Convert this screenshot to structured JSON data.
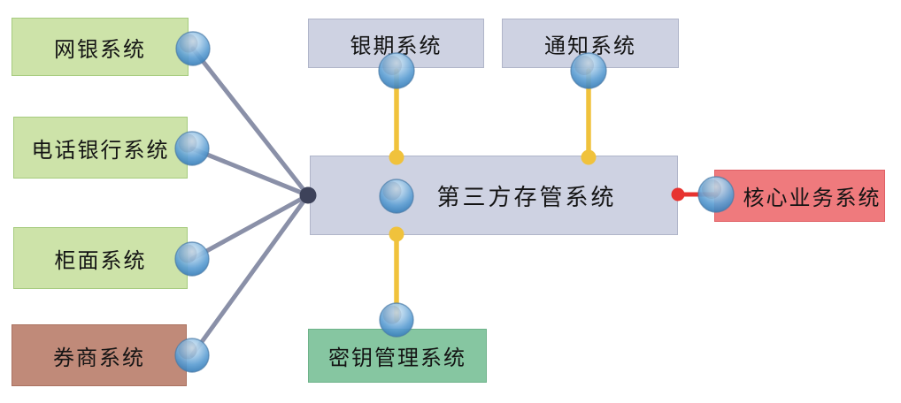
{
  "nodes": {
    "online_banking": {
      "label": "网银系统"
    },
    "phone_banking": {
      "label": "电话银行系统"
    },
    "counter": {
      "label": "柜面系统"
    },
    "broker": {
      "label": "券商系统"
    },
    "bank_futures": {
      "label": "银期系统"
    },
    "notification": {
      "label": "通知系统"
    },
    "third_party_depository": {
      "label": "第三方存管系统"
    },
    "key_management": {
      "label": "密钥管理系统"
    },
    "core_business": {
      "label": "核心业务系统"
    }
  },
  "edges": [
    {
      "from": "网银系统",
      "to": "第三方存管系统",
      "color": "gray"
    },
    {
      "from": "电话银行系统",
      "to": "第三方存管系统",
      "color": "gray"
    },
    {
      "from": "柜面系统",
      "to": "第三方存管系统",
      "color": "gray"
    },
    {
      "from": "券商系统",
      "to": "第三方存管系统",
      "color": "gray"
    },
    {
      "from": "银期系统",
      "to": "第三方存管系统",
      "color": "yellow"
    },
    {
      "from": "通知系统",
      "to": "第三方存管系统",
      "color": "yellow"
    },
    {
      "from": "第三方存管系统",
      "to": "密钥管理系统",
      "color": "yellow"
    },
    {
      "from": "第三方存管系统",
      "to": "核心业务系统",
      "color": "red"
    }
  ],
  "colors": {
    "box_green": "#cde3a9",
    "box_green_border": "#a6cb7e",
    "box_brown": "#c08a79",
    "box_brown_border": "#aa7260",
    "box_lavender": "#ced2e2",
    "box_lavender_border": "#b0b5c9",
    "box_teal_green": "#86c6a1",
    "box_teal_green_border": "#6db289",
    "box_red": "#ef7a7d",
    "box_red_border": "#e05f64",
    "line_gray": "#8a90a8",
    "line_yellow": "#f0c23c",
    "line_red": "#e73330",
    "hub_dot": "#3d425a",
    "label_text": "#141414"
  }
}
